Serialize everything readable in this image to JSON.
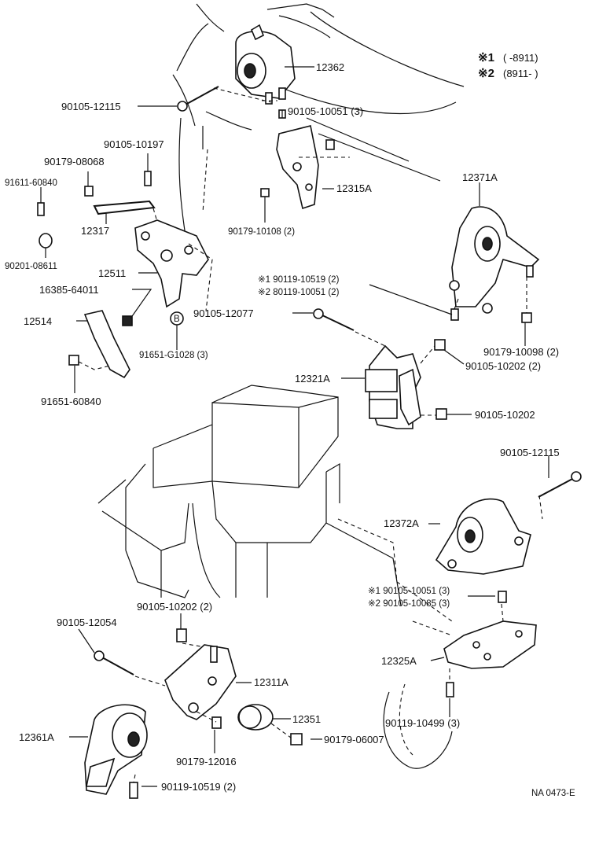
{
  "legend": {
    "line1_mark": "※1",
    "line1_range": "(        -8911)",
    "line2_mark": "※2",
    "line2_range": "(8911-        )"
  },
  "labels": {
    "p12362": "12362",
    "p90105_12115_top": "90105-12115",
    "p90105_10051_3": "90105-10051 (3)",
    "p90105_10197": "90105-10197",
    "p90179_08068": "90179-08068",
    "p91611_60840": "91611-60840",
    "p12315A": "12315A",
    "p90179_10108_2": "90179-10108 (2)",
    "p12317": "12317",
    "p90201_08611": "90201-08611",
    "p12511": "12511",
    "p16385_64011": "16385-64011",
    "p12514": "12514",
    "p91651_G1028_3": "91651-G1028 (3)",
    "p91651_60840": "91651-60840",
    "p12371A": "12371A",
    "p90119_10519_2_x1": "※1 90119-10519 (2)",
    "p80119_10051_2_x2": "※2 80119-10051 (2)",
    "p90105_12077": "90105-12077",
    "p90179_10098_2": "90179-10098 (2)",
    "p90105_10202_2_right": "90105-10202 (2)",
    "p12321A": "12321A",
    "p90105_10202_right": "90105-10202",
    "p90105_12115_right": "90105-12115",
    "p12372A": "12372A",
    "p90105_10051_3_x1": "※1 90105-10051 (3)",
    "p90105_10085_3_x2": "※2 90105-10085 (3)",
    "p12325A": "12325A",
    "p90119_10499_3": "90119-10499 (3)",
    "p90105_10202_2_left": "90105-10202 (2)",
    "p90105_12054": "90105-12054",
    "p12311A": "12311A",
    "p12351": "12351",
    "p12361A": "12361A",
    "p90179_06007": "90179-06007",
    "p90179_12016": "90179-12016",
    "p90119_10519_2_bottom": "90119-10519 (2)",
    "ref_b": "B",
    "drawing_code": "NA 0473-E"
  }
}
